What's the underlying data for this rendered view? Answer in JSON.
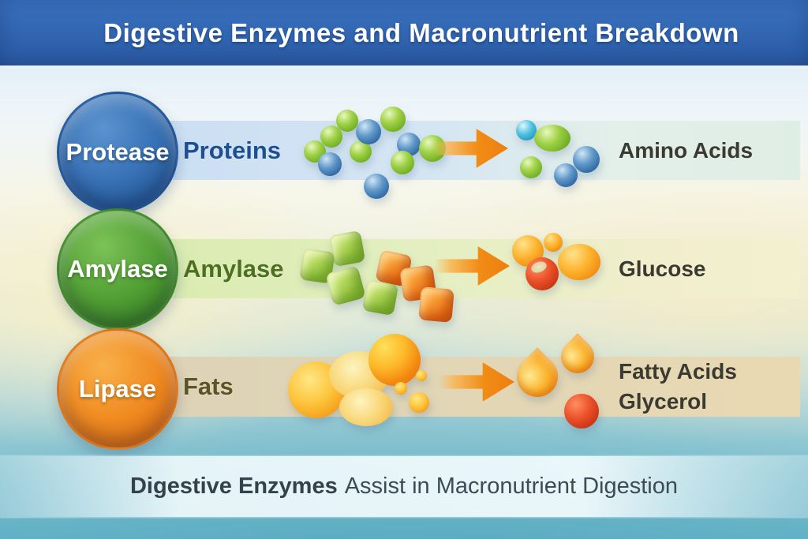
{
  "header": {
    "title": "Digestive Enzymes and Macronutrient Breakdown"
  },
  "rows": [
    {
      "enzyme": "Protease",
      "substrate": "Proteins",
      "products": [
        "Amino Acids"
      ]
    },
    {
      "enzyme": "Amylase",
      "substrate": "Amylase",
      "products": [
        "Glucose"
      ]
    },
    {
      "enzyme": "Lipase",
      "substrate": "Fats",
      "products": [
        "Fatty Acids",
        "Glycerol"
      ]
    }
  ],
  "footer": {
    "highlight": "Digestive Enzymes",
    "rest": "Assist in Macronutrient Digestion"
  },
  "colors": {
    "header_bg": "#2e63ae",
    "header_text": "#ffffff",
    "protease_circle": "#2f6cb3",
    "amylase_circle": "#53a036",
    "lipase_circle": "#f08c22",
    "protease_band": "#cadef3",
    "amylase_band": "#dcecb4",
    "lipase_band": "#ddd2b6",
    "proteins_text": "#1d4f92",
    "amylase_text": "#4d7020",
    "fats_text": "#5c5426",
    "product_text": "#3b3a32",
    "arrow": "#ee7e10",
    "footer_text": "#3d4b55",
    "bottom_teal": "#64b2c6"
  },
  "icons": {
    "arrow": "right-arrow-icon",
    "row1_left": "protein-sphere-chain",
    "row1_right": "amino-acid-spheres",
    "row2_left": "starch-cubes",
    "row2_right": "glucose-spheres",
    "row3_left": "fat-globules",
    "row3_right": "fatty-acid-droplets"
  }
}
